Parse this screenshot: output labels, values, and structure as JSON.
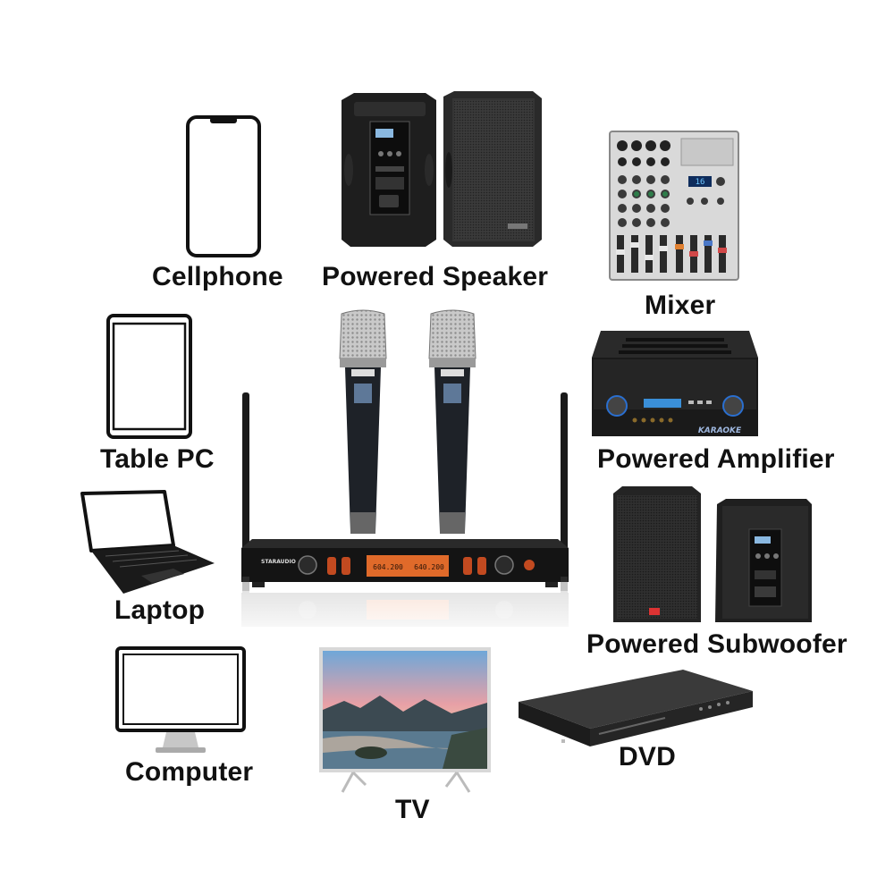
{
  "labels": {
    "cellphone": "Cellphone",
    "powered_speaker": "Powered Speaker",
    "mixer": "Mixer",
    "table_pc": "Table PC",
    "powered_amplifier": "Powered Amplifier",
    "laptop": "Laptop",
    "powered_subwoofer": "Powered Subwoofer",
    "computer": "Computer",
    "tv": "TV",
    "dvd": "DVD"
  },
  "receiver": {
    "freq_a": "604.200",
    "freq_b": "640.200",
    "brand": "STARAUDIO"
  },
  "amplifier": {
    "badge": "KARAOKE"
  },
  "mixer": {
    "display": "16"
  },
  "colors": {
    "text": "#111111",
    "device_black": "#1c1c1c",
    "receiver_display": "#e06a2a",
    "amp_display": "#3a8fd8"
  }
}
